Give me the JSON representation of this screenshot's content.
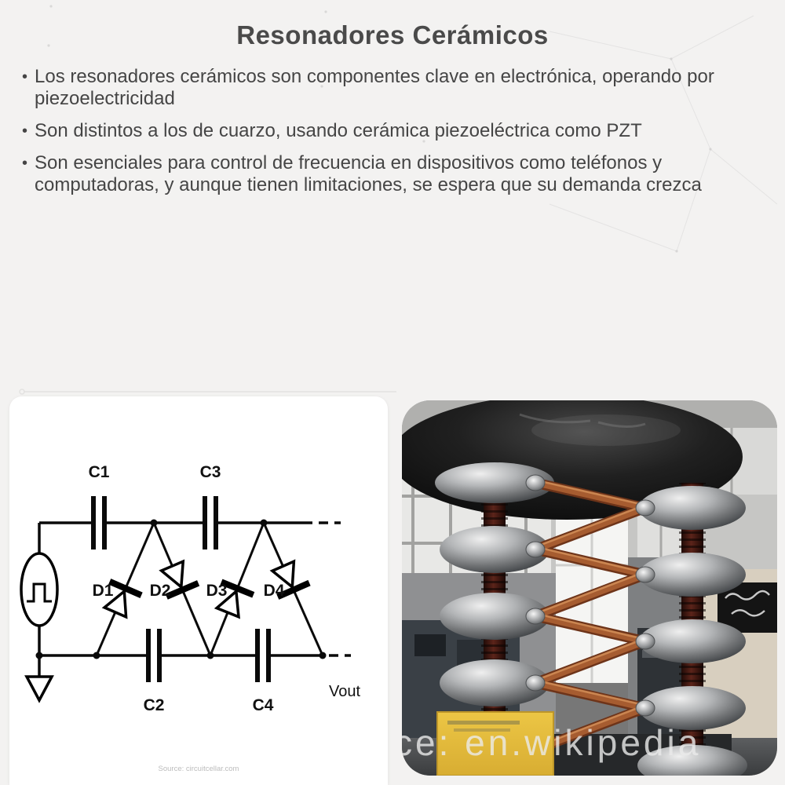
{
  "page": {
    "title": "Resonadores Cerámicos",
    "title_color": "#4a4a4a",
    "background_color": "#f3f2f1"
  },
  "bullets": [
    {
      "text": "Los resonadores cerámicos son componentes clave en electrónica, operando por piezoelectricidad"
    },
    {
      "text": "Son distintos a los de cuarzo, usando cerámica piezoeléctrica como PZT"
    },
    {
      "text": "Son esenciales para control de frecuencia en dispositivos como teléfonos y computadoras, y aunque tienen limitaciones, se espera que su demanda crezca"
    }
  ],
  "diagram": {
    "type": "circuit-schematic",
    "description": "Cockcroft-Walton voltage multiplier: pulse source, capacitors C1/C3 on top rail, C2/C4 on bottom rail, diodes D1-D4 zigzagging between rails, ground at input, output Vout",
    "source_caption": "Source: circuitcellar.com",
    "labels": {
      "c1": "C1",
      "c2": "C2",
      "c3": "C3",
      "c4": "C4",
      "d1": "D1",
      "d2": "D2",
      "d3": "D3",
      "d4": "D4",
      "vout": "Vout"
    }
  },
  "photo": {
    "description": "Cockcroft-Walton high-voltage generator in a laboratory: black toroid on top, stacks of grey corona rings on brown insulator columns joined by copper tubes, yellow placard at base",
    "watermark": "ce: en.wikipedia",
    "colors": {
      "placard_yellow": "#e2b93d",
      "copper": "#a65c30",
      "toroid_black": "#141414",
      "ring_grey": "#9a9c9e"
    }
  }
}
